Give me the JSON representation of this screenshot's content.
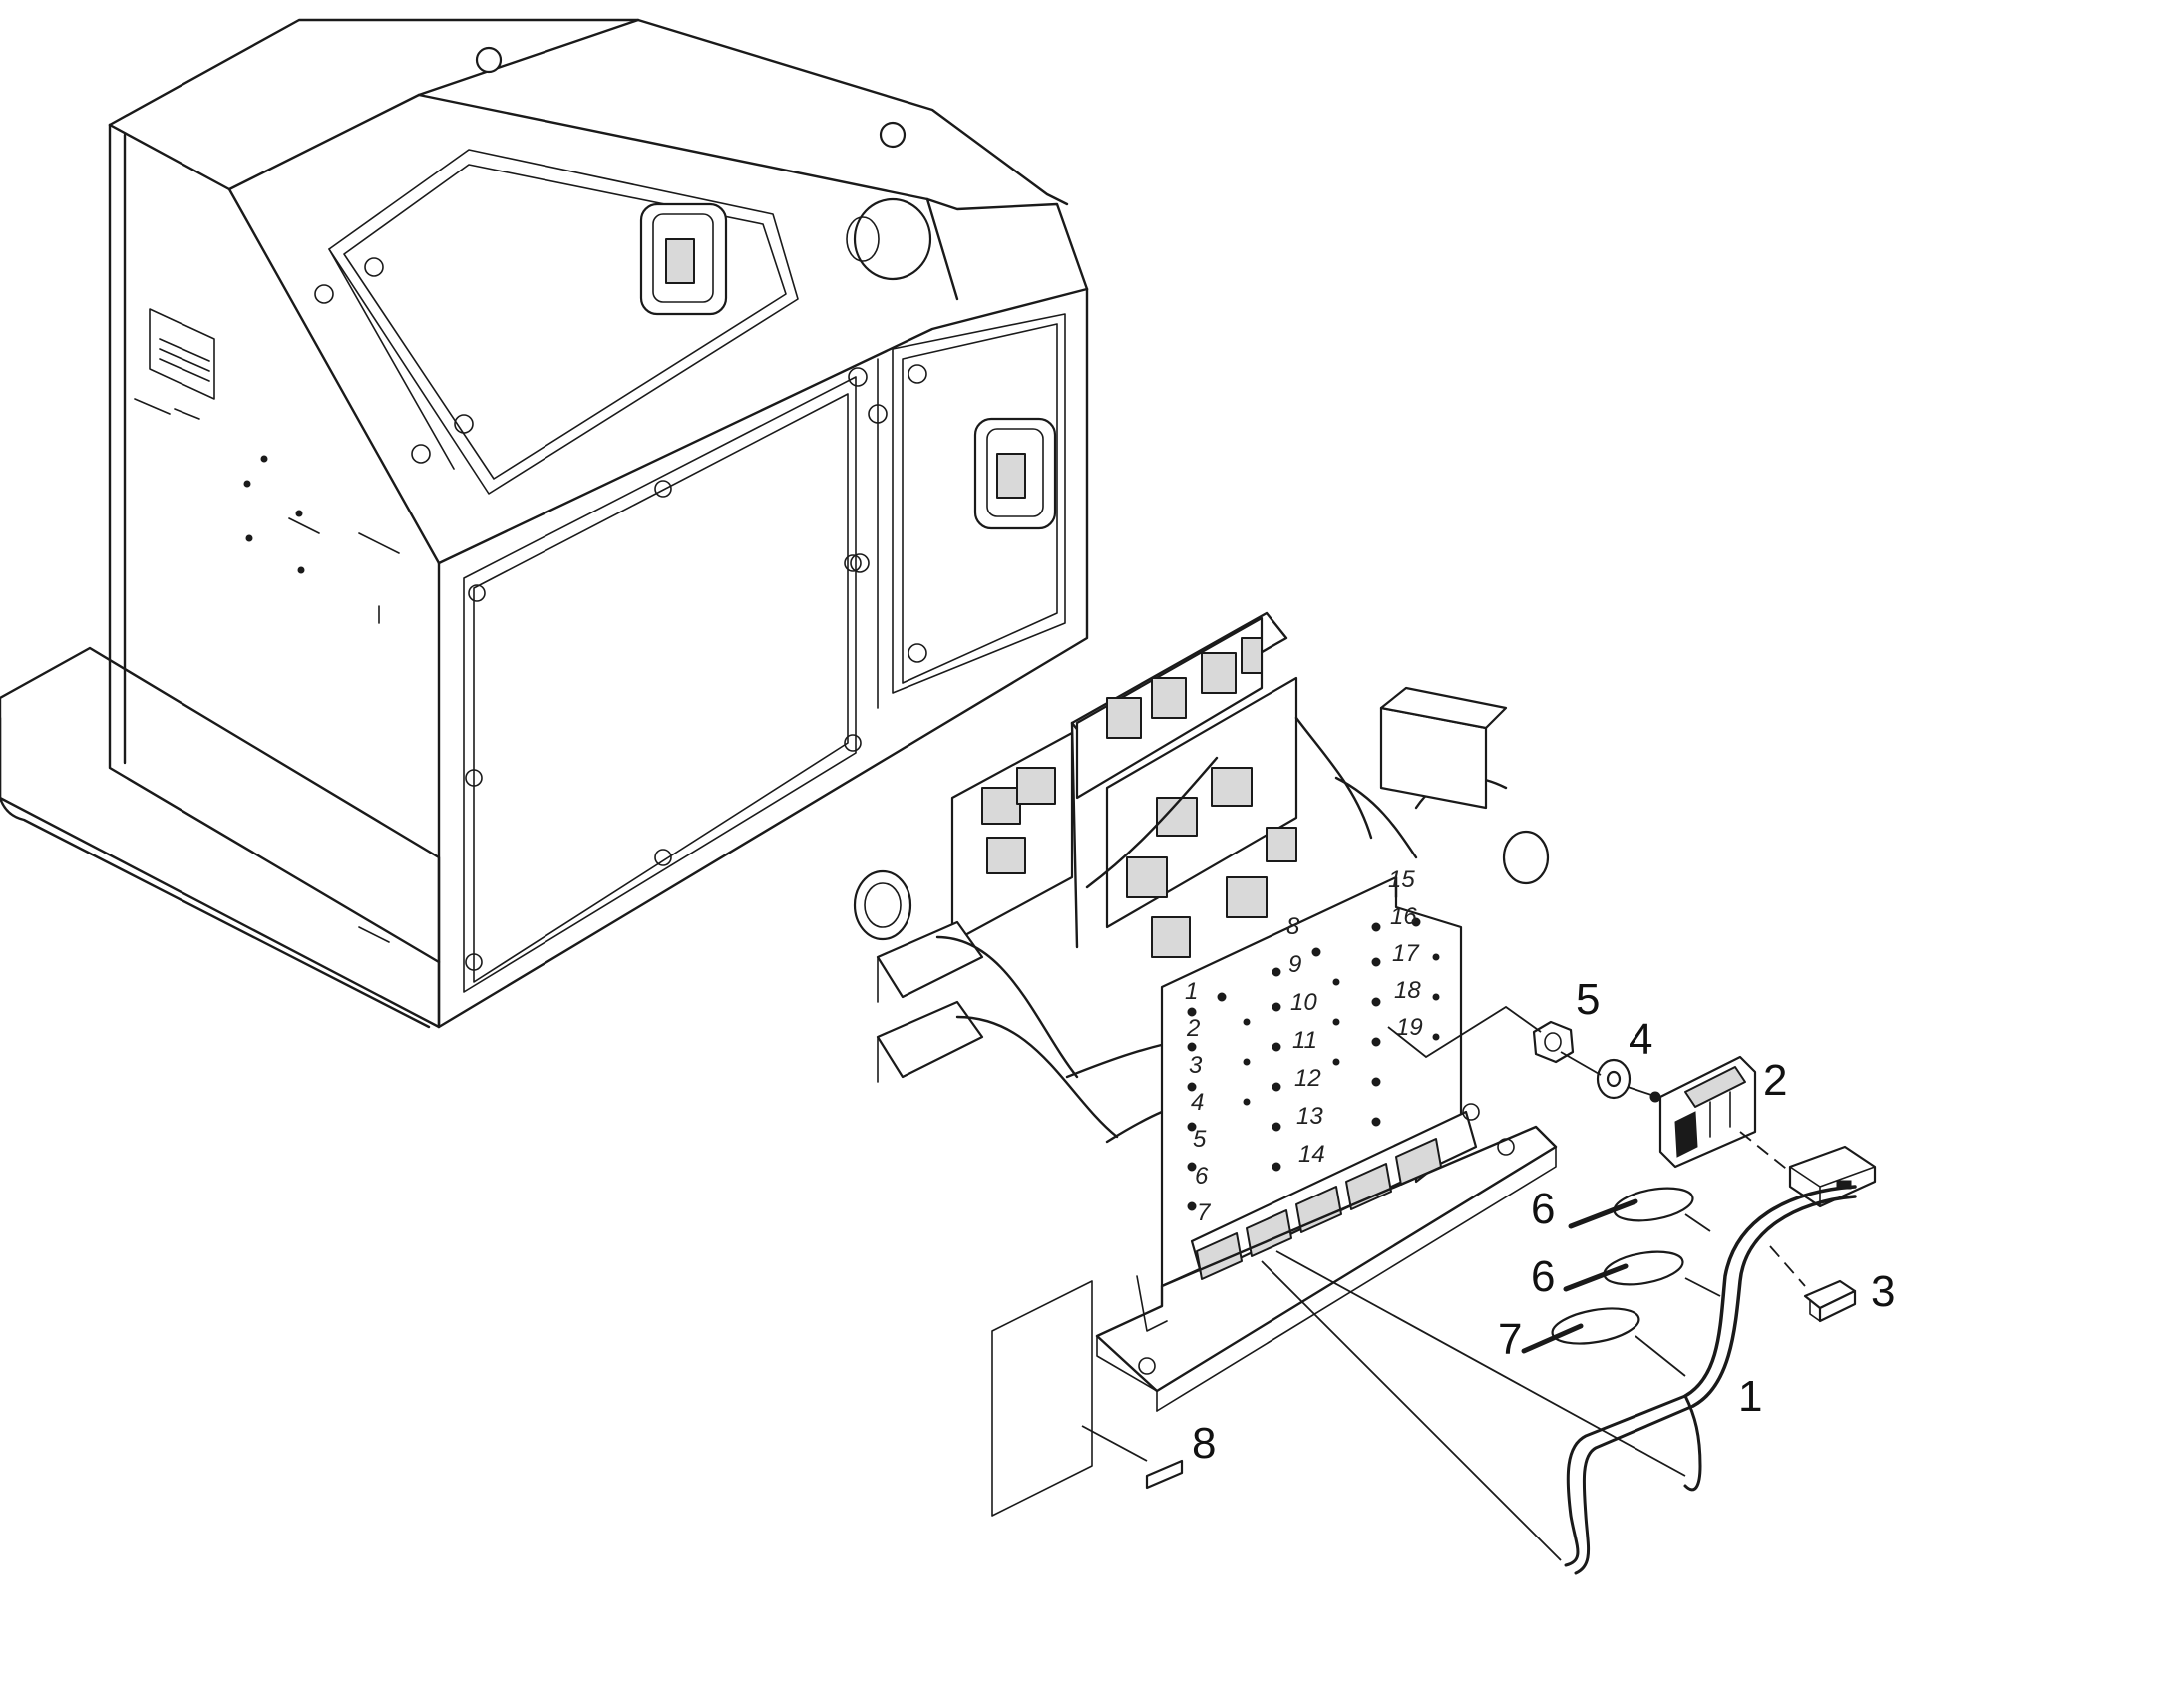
{
  "callouts": [
    {
      "id": "1",
      "label": "1"
    },
    {
      "id": "2",
      "label": "2"
    },
    {
      "id": "3",
      "label": "3"
    },
    {
      "id": "4",
      "label": "4"
    },
    {
      "id": "5",
      "label": "5"
    },
    {
      "id": "6a",
      "label": "6"
    },
    {
      "id": "6b",
      "label": "6"
    },
    {
      "id": "7",
      "label": "7"
    },
    {
      "id": "8",
      "label": "8"
    }
  ],
  "relay_slots_left": [
    "1",
    "2",
    "3",
    "4",
    "5",
    "6",
    "7"
  ],
  "relay_slots_mid": [
    "8",
    "9",
    "10",
    "11",
    "12",
    "13",
    "14"
  ],
  "relay_slots_right": [
    "15",
    "16",
    "17",
    "18",
    "19"
  ]
}
